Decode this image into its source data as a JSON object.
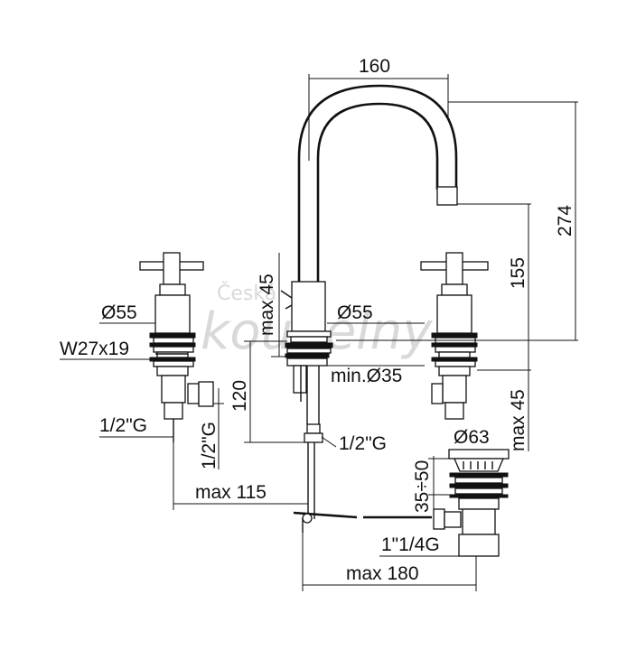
{
  "watermark": {
    "line1": "Česká",
    "line2": "koupelny"
  },
  "dimensions": {
    "spout_reach": "160",
    "total_height": "274",
    "spout_height": "155",
    "max_deck_top": "max 45",
    "max_deck_right": "max 45",
    "body_dia_center": "Ø55",
    "body_dia_left": "Ø55",
    "thread": "W27x19",
    "min_hole": "min.Ø35",
    "shank_height": "120",
    "conn_center": "1/2\"G",
    "conn_left_h": "1/2\"G",
    "conn_left_v": "1/2\"G",
    "max_115": "max 115",
    "waste_dia": "Ø63",
    "waste_range": "35÷50",
    "waste_thread": "1\"1/4G",
    "max_180": "max 180"
  }
}
